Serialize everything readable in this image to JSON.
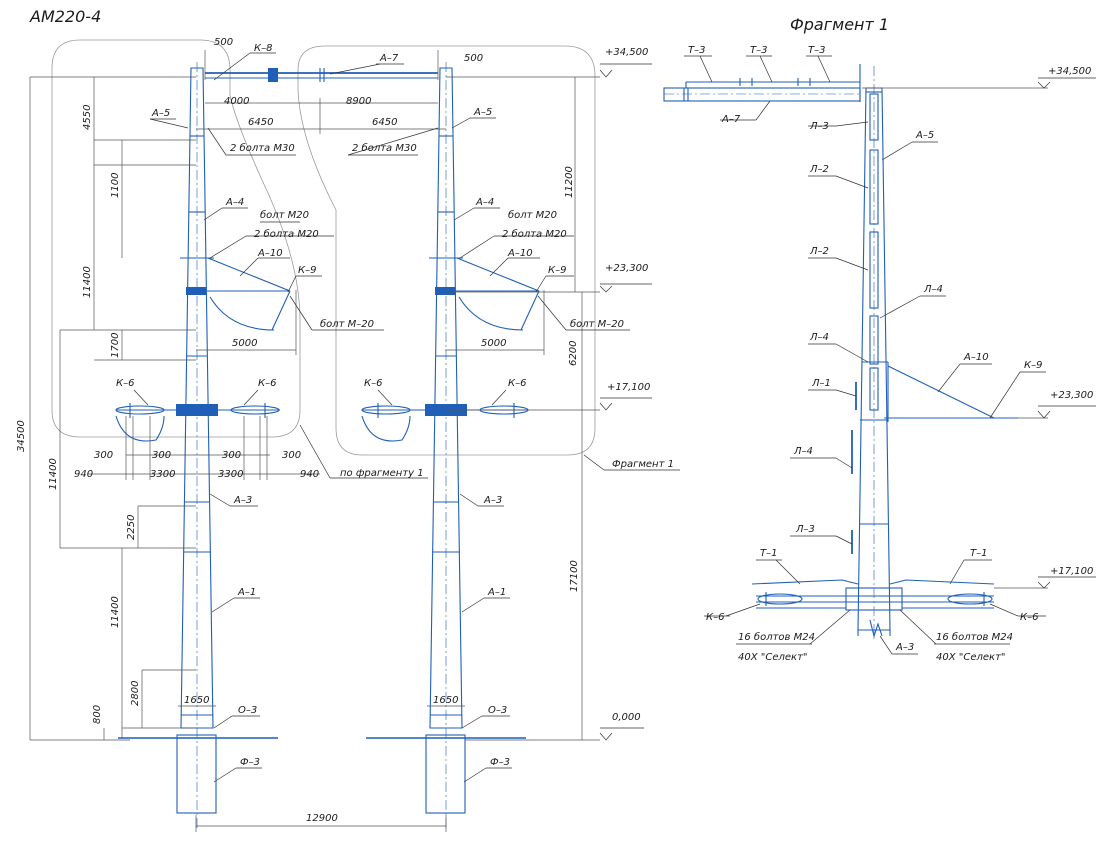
{
  "drawing": {
    "title": "АМ220-4",
    "fragment_title": "Фрагмент 1",
    "overall_height_dim": "34500",
    "span_dim": "12900"
  },
  "levels": {
    "top": "+34,500",
    "mid": "+23,300",
    "low": "+17,100",
    "ground": "0,000"
  },
  "vertical_dims": {
    "d4550": "4550",
    "d1100": "1100",
    "d11400a": "11400",
    "d1700": "1700",
    "d11400b": "11400",
    "d2250": "2250",
    "d11400c": "11400",
    "d2800": "2800",
    "d800": "800",
    "d11200": "11200",
    "d6200": "6200",
    "d17100": "17100"
  },
  "horizontal_dims": {
    "d500a": "500",
    "d500b": "500",
    "d4000": "4000",
    "d8900": "8900",
    "d6450a": "6450",
    "d6450b": "6450",
    "d5000a": "5000",
    "d5000b": "5000",
    "d300a": "300",
    "d300b": "300",
    "d300c": "300",
    "d300d": "300",
    "d940a": "940",
    "d940b": "940",
    "d3300a": "3300",
    "d3300b": "3300",
    "d1650a": "1650",
    "d1650b": "1650"
  },
  "labels": {
    "K8": "К–8",
    "A7": "А–7",
    "A5a": "А–5",
    "A5b": "А–5",
    "bolts_m30a": "2 болта М30",
    "bolts_m30b": "2 болта М30",
    "A4a": "А–4",
    "A4b": "А–4",
    "bolt_m20a": "болт М20",
    "bolt_m20b": "болт М20",
    "bolts2_m20a": "2 болта М20",
    "bolts2_m20b": "2 болта М20",
    "A10a": "А–10",
    "A10b": "А–10",
    "K9a": "К–9",
    "K9b": "К–9",
    "boltm20a": "болт М–20",
    "boltm20b": "болт М–20",
    "K6a": "К–6",
    "K6b": "К–6",
    "K6c": "К–6",
    "K6d": "К–6",
    "by_fragment": "по фрагменту 1",
    "fragment_ref": "Фрагмент 1",
    "A3a": "А–3",
    "A3b": "А–3",
    "A1a": "А–1",
    "A1b": "А–1",
    "O3a": "О–3",
    "O3b": "О–3",
    "F3a": "Ф–3",
    "F3b": "Ф–3"
  },
  "fragment_labels": {
    "T3a": "Т–3",
    "T3b": "Т–3",
    "T3c": "Т–3",
    "A7": "А–7",
    "L3a": "Л–3",
    "A5": "А–5",
    "L2a": "Л–2",
    "L2b": "Л–2",
    "L4a": "Л–4",
    "L4b": "Л–4",
    "A10": "А–10",
    "K9": "К–9",
    "L1": "Л–1",
    "L4c": "Л–4",
    "L3b": "Л–3",
    "T1a": "Т–1",
    "T1b": "Т–1",
    "K6a": "К–6",
    "K6b": "К–6",
    "bolts16a": "16 болтов М24",
    "bolts16b": "16 болтов М24",
    "steel_a": "40Х \"Селект\"",
    "steel_b": "40Х \"Селект\"",
    "A3": "А–3"
  }
}
